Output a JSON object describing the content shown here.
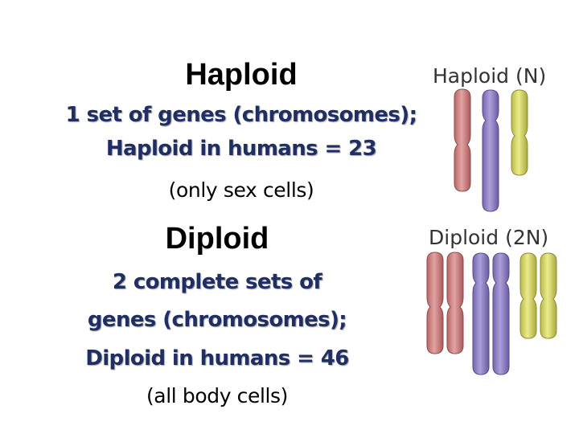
{
  "haploid": {
    "title": "Haploid",
    "line1": "1 set of genes (chromosomes);",
    "line2": "Haploid in humans = 23",
    "note": "(only sex cells)"
  },
  "diploid": {
    "title": "Diploid",
    "line1": "2 complete sets of",
    "line2": "genes (chromosomes);",
    "line3": "Diploid in humans = 46",
    "note": "(all body cells)"
  },
  "figure": {
    "haploid_label": "Haploid (N)",
    "diploid_label": "Diploid (2N)"
  },
  "colors": {
    "red_chromosome": "#c97a7a",
    "purple_chromosome": "#8a7bbf",
    "yellow_chromosome": "#cfcf5a",
    "subtitle_text": "#1f2f63"
  }
}
